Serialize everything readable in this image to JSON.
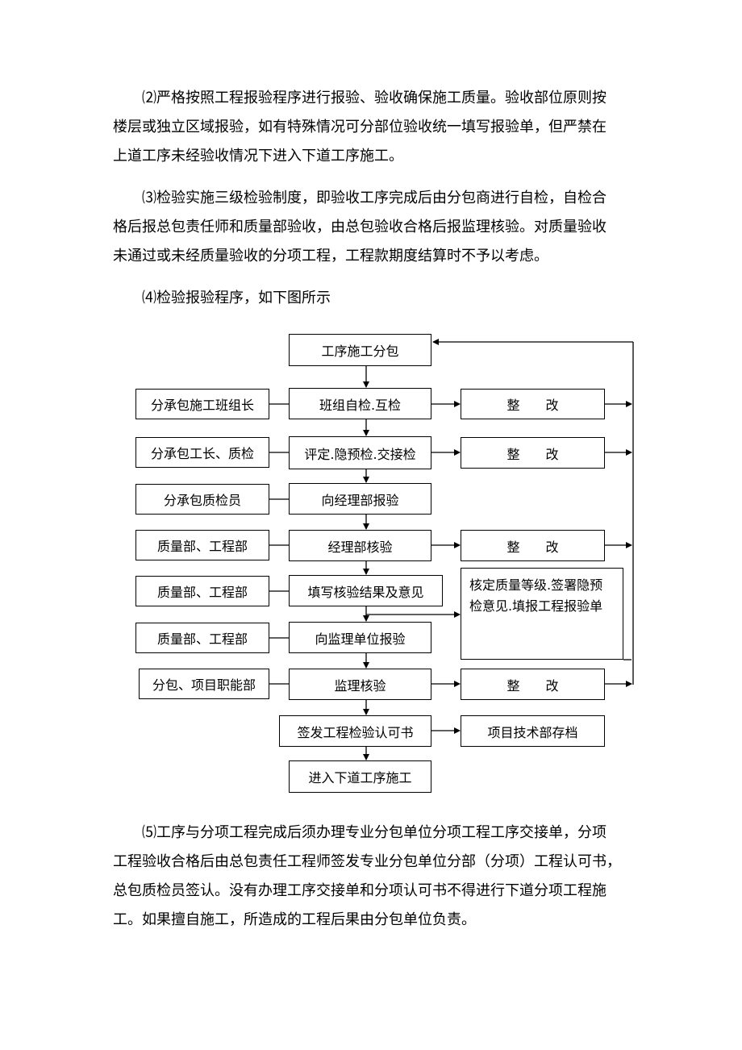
{
  "paragraphs": {
    "p2": [
      "⑵严格按照工程报验程序进行报验、验收确保施工质量。验收部位原则按",
      "楼层或独立区域报验，如有特殊情况可分部位验收统一填写报验单，但严禁在",
      "上道工序未经验收情况下进入下道工序施工。"
    ],
    "p3": [
      "⑶检验实施三级检验制度，即验收工序完成后由分包商进行自检，自检合",
      "格后报总包责任师和质量部验收，由总包验收合格后报监理核验。对质量验收",
      "未通过或未经质量验收的分项工程，工程款期度结算时不予以考虑。"
    ],
    "p4": [
      "⑷检验报验程序，如下图所示"
    ],
    "p5": [
      "⑸工序与分项工程完成后须办理专业分包单位分项工程工序交接单，分项",
      "工程验收合格后由总包责任工程师签发专业分包单位分部（分项）工程认可书，",
      "总包质检员签认。没有办理工序交接单和分项认可书不得进行下道分项工程施",
      "工。如果擅自施工，所造成的工程后果由分包单位负责。"
    ]
  },
  "flowchart": {
    "center": [
      "工序施工分包",
      "班组自检.互检",
      "评定.隐预检.交接检",
      "向经理部报验",
      "经理部核验",
      "填写核验结果及意见",
      "向监理单位报验",
      "监理核验",
      "签发工程检验认可书",
      "进入下道工序施工"
    ],
    "left": [
      "分承包施工班组长",
      "分承包工长、质检",
      "分承包质检员",
      "质量部、工程部",
      "质量部、工程部",
      "质量部、工程部",
      "分包、项目职能部"
    ],
    "right_rectify": "整　　改",
    "right_note": "核定质量等级.签署隐预检意见.填报工程报验单",
    "right_archive": "项目技术部存档"
  }
}
